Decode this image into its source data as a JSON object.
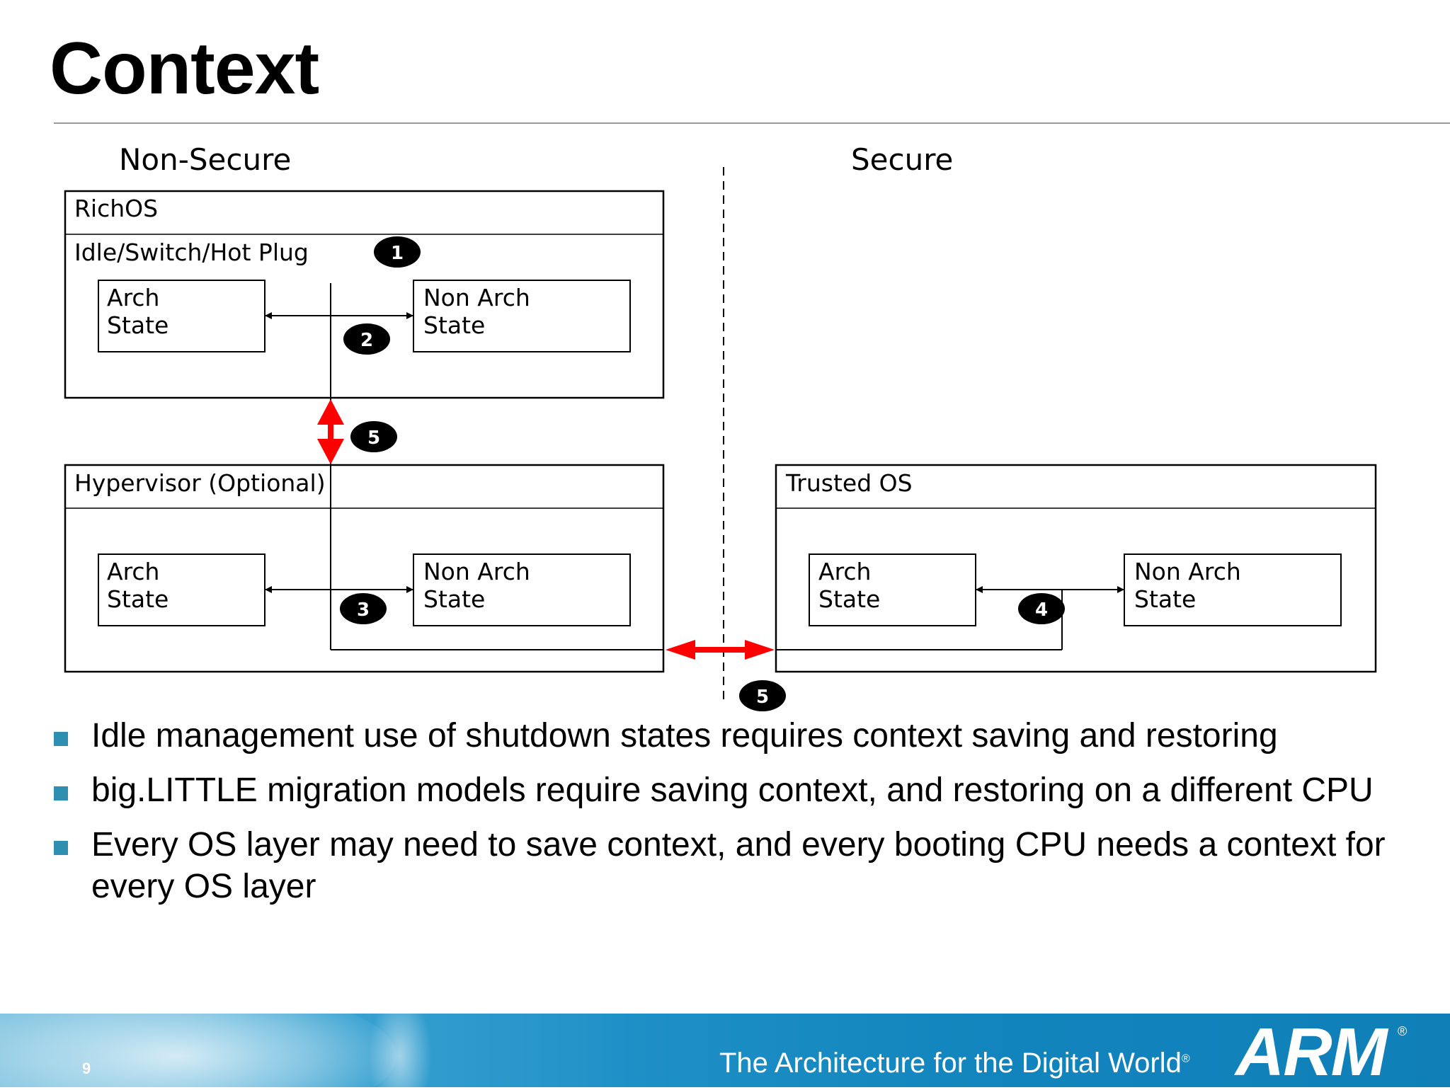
{
  "slide": {
    "title": "Context",
    "page_number": "9"
  },
  "diagram": {
    "regions": {
      "non_secure": "Non-Secure",
      "secure": "Secure"
    },
    "boxes": {
      "richos": {
        "label": "RichOS",
        "sublabel": "Idle/Switch/Hot Plug",
        "arch": [
          "Arch",
          "State"
        ],
        "nonarch": [
          "Non Arch",
          "State"
        ]
      },
      "hypervisor": {
        "label": "Hypervisor (Optional)",
        "arch": [
          "Arch",
          "State"
        ],
        "nonarch": [
          "Non Arch",
          "State"
        ]
      },
      "trusted_os": {
        "label": "Trusted OS",
        "arch": [
          "Arch",
          "State"
        ],
        "nonarch": [
          "Non Arch",
          "State"
        ]
      }
    },
    "markers": {
      "m1": "1",
      "m2": "2",
      "m3": "3",
      "m4": "4",
      "m5a": "5",
      "m5b": "5"
    },
    "colors": {
      "transition_arrow": "#ff0000",
      "marker_fill": "#000000"
    }
  },
  "bullets": [
    {
      "text": "Idle management use of shutdown states requires context saving and restoring"
    },
    {
      "text": "big.LITTLE migration models require saving context, and restoring on a different CPU"
    },
    {
      "text": "Every OS layer may need to save context, and every booting CPU needs a context for every OS layer"
    }
  ],
  "footer": {
    "tagline": "The Architecture for the Digital World",
    "tagline_mark": "®",
    "logo": "ARM",
    "logo_mark": "®"
  }
}
